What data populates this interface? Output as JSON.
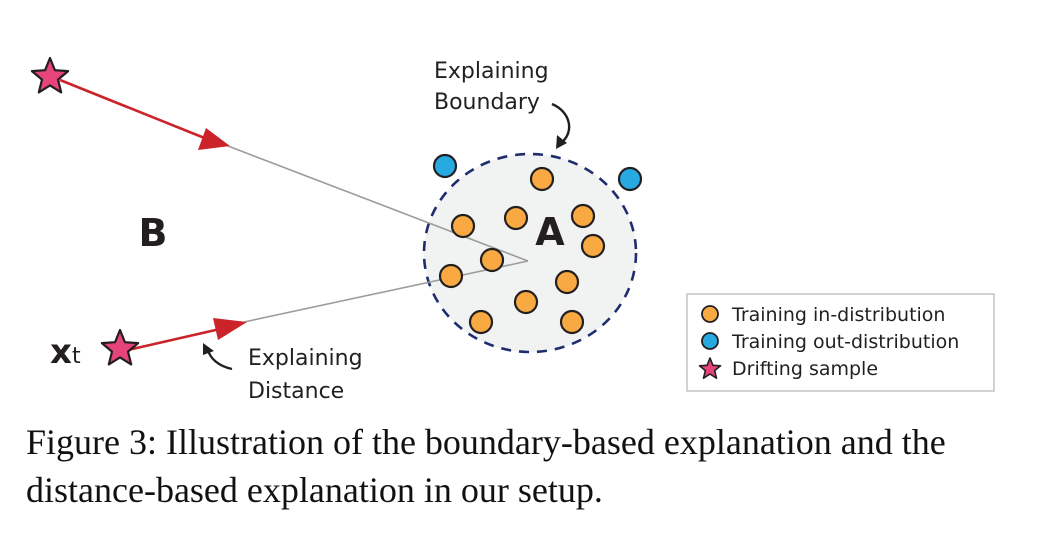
{
  "diagram": {
    "boundary_label_line1": "Explaining",
    "boundary_label_line2": "Boundary",
    "distance_label_line1": "Explaining",
    "distance_label_line2": "Distance",
    "region_a": "A",
    "region_b": "B",
    "sample_label_main": "x",
    "sample_label_sub": "t",
    "colors": {
      "in_distribution": "#f8a942",
      "out_distribution": "#27a9e1",
      "drifting_sample": "#e8447c",
      "arrow": "#cc2229",
      "line": "#9d9d9d",
      "boundary": "#1f2d6e",
      "region_fill": "#f1f2f2"
    }
  },
  "legend": {
    "items": [
      {
        "label": "Training in-distribution",
        "icon": "orange-circle"
      },
      {
        "label": "Training out-distribution",
        "icon": "blue-circle"
      },
      {
        "label": "Drifting sample",
        "icon": "pink-star"
      }
    ]
  },
  "caption": "Figure 3: Illustration of the boundary-based explanation and the distance-based explanation in our setup."
}
